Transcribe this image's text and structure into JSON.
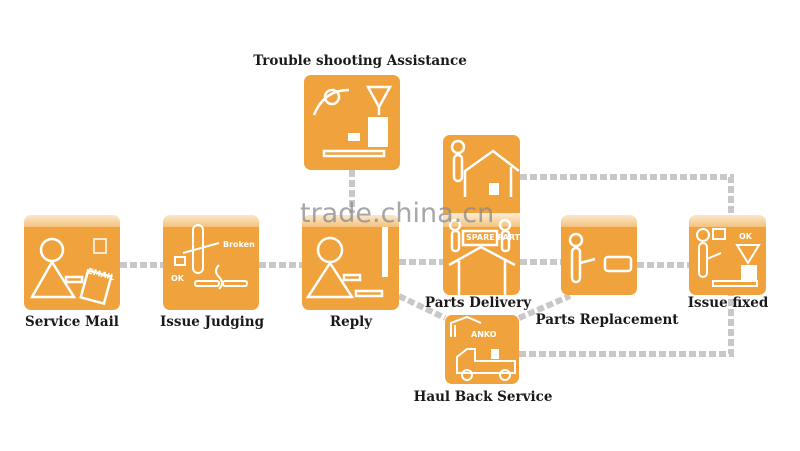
{
  "steps": {
    "service_mail": "Service Mail",
    "issue_judging": "Issue Judging",
    "reply": "Reply",
    "troubleshooting": "Trouble shooting Assistance",
    "parts_delivery": "Parts Delivery",
    "parts_replacement": "Parts Replacement",
    "issue_fixed": "Issue fixed",
    "haul_back": "Haul Back Service"
  },
  "icon_text": {
    "email": "EMAIL",
    "broken": "Broken",
    "ok": "OK",
    "spare_parts": "SPARE PARTS",
    "anko": "ANKO",
    "fixed_ok": "OK"
  },
  "watermark": "trade.china.cn",
  "colors": {
    "box": "#f0a33c",
    "connector": "#c8c8c8"
  }
}
